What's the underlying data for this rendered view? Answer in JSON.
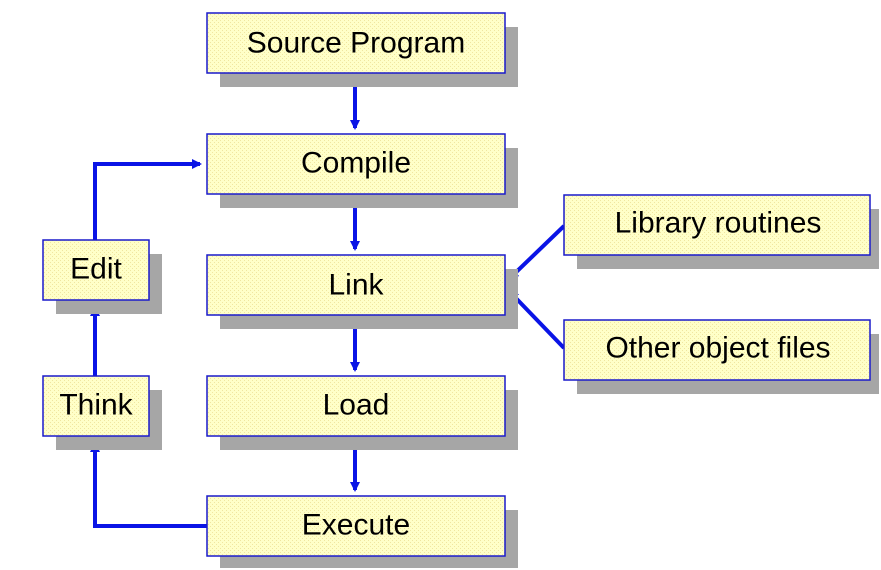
{
  "colors": {
    "box_fill": "#ffffc8",
    "box_border": "#1a1acc",
    "shadow": "#a6a6a6",
    "arrow": "#0a14e6"
  },
  "nodes": {
    "source_program": "Source Program",
    "compile": "Compile",
    "link": "Link",
    "load": "Load",
    "execute": "Execute",
    "edit": "Edit",
    "think": "Think",
    "library_routines": "Library routines",
    "other_object_files": "Other object files"
  },
  "edges": [
    {
      "from": "source_program",
      "to": "compile"
    },
    {
      "from": "compile",
      "to": "link"
    },
    {
      "from": "link",
      "to": "load"
    },
    {
      "from": "load",
      "to": "execute"
    },
    {
      "from": "execute",
      "to": "think"
    },
    {
      "from": "think",
      "to": "edit"
    },
    {
      "from": "edit",
      "to": "compile"
    },
    {
      "from": "library_routines",
      "to": "link"
    },
    {
      "from": "other_object_files",
      "to": "link"
    }
  ]
}
